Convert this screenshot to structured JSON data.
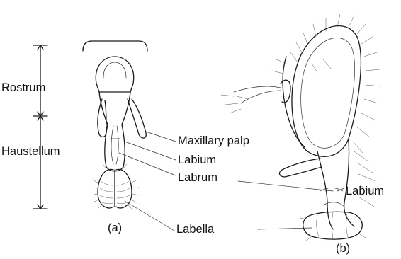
{
  "figure": {
    "scale_labels": {
      "rostrum": "Rostrum",
      "haustellum": "Haustellum"
    },
    "part_labels": {
      "maxillary_palp": "Maxillary palp",
      "labium_a": "Labium",
      "labrum": "Labrum",
      "labella": "Labella",
      "labium_b": "Labium"
    },
    "panel_labels": {
      "a": "(a)",
      "b": "(b)"
    }
  }
}
